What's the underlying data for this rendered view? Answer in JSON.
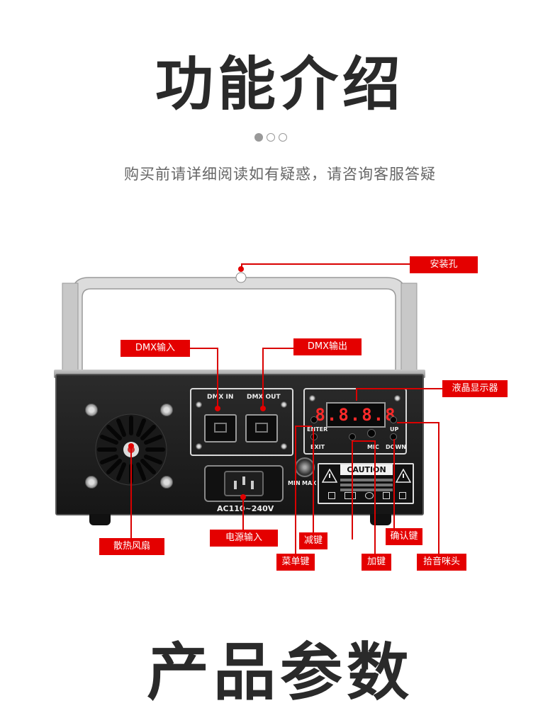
{
  "page": {
    "title_top": "功能介绍",
    "subtitle": "购买前请详细阅读如有疑惑，请咨询客服答疑",
    "title_bottom": "产品参数",
    "carousel": {
      "total": 3,
      "active_index": 0
    }
  },
  "device": {
    "port_dmx_in": "DMX IN",
    "port_dmx_out": "DMX OUT",
    "lcd_text": "8.8.8.8",
    "btn_enter": "ENTER",
    "btn_exit": "EXIT",
    "btn_up": "UP",
    "btn_down": "DOWN",
    "btn_mic": "MIC",
    "knob_min": "MIN",
    "knob_max": "MAX",
    "power_rating": "AC110~240V",
    "caution_title": "CAUTION"
  },
  "callouts": {
    "mounting_hole": "安装孔",
    "dmx_in": "DMX输入",
    "dmx_out": "DMX输出",
    "lcd_display": "液晶显示器",
    "cooling_fan": "散热风扇",
    "power_input": "电源输入",
    "minus_key": "减键",
    "menu_key": "菜单键",
    "plus_key": "加键",
    "confirm_key": "确认键",
    "mic_pickup": "拾音咪头"
  },
  "colors": {
    "callout_red": "#e40000",
    "lcd_red": "#ff2a2a",
    "chassis": "#1a1a1a"
  }
}
